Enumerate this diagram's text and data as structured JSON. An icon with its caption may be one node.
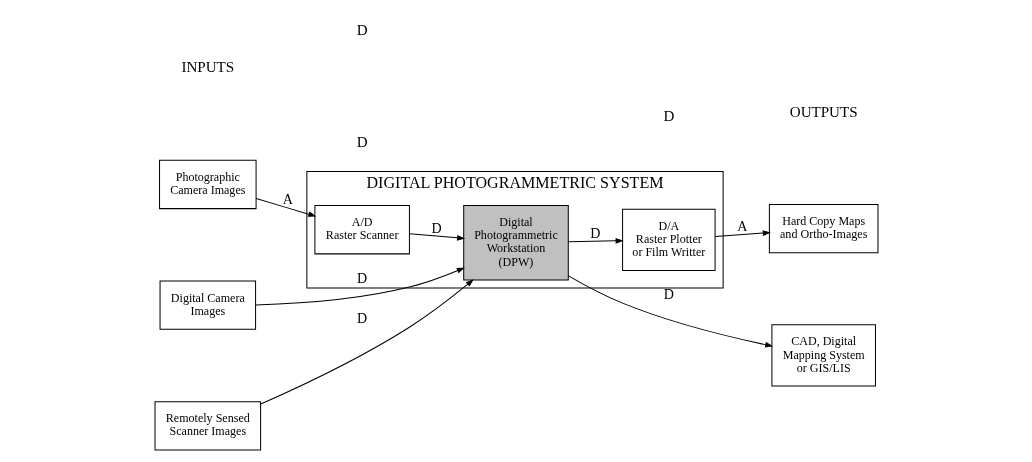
{
  "diagram": {
    "nodes": [
      {
        "text": [
          "Photographic Camera Images"
        ]
      },
      {
        "text": [
          "Digital Camera Images"
        ]
      },
      {
        "text": [
          "Remotely Sensed Scanner Images"
        ]
      },
      {
        "text": [
          "DIGITAL PHOTOGRAMMETRIC SYSTEM"
        ]
      },
      {
        "text": [
          "A/D",
          "Raster Scanner"
        ],
        "in": 3
      },
      {
        "text": [
          "Digital Photogrammetric Workstation (DPW)"
        ],
        "in": 3
      },
      {
        "text": [
          "D/A",
          "Raster Plotter or Film Writter"
        ],
        "in": 3
      },
      {
        "text": [
          "Hard Copy Maps and Ortho-Images"
        ]
      },
      {
        "text": [
          "CAD, Digital Mapping System or GIS/LIS"
        ]
      }
    ],
    "edges": [
      {
        "from": 0,
        "to": 4,
        "arrow": "to",
        "label": "A"
      },
      {
        "from": 4,
        "to": 5,
        "arrow": "to",
        "label": "D"
      },
      {
        "from": 1,
        "to": 5,
        "arrow": "to",
        "label": "D"
      },
      {
        "from": 2,
        "to": 5,
        "arrow": "to",
        "label": "D"
      },
      {
        "from": 5,
        "to": 6,
        "arrow": "to",
        "label": "D"
      },
      {
        "from": 6,
        "to": 7,
        "arrow": "to",
        "label": "A"
      },
      {
        "from": 5,
        "to": 8,
        "arrow": "to",
        "label": "D"
      }
    ],
    "labels": [
      "INPUTS",
      "OUTPUTS",
      "D",
      "D",
      "D"
    ]
  }
}
